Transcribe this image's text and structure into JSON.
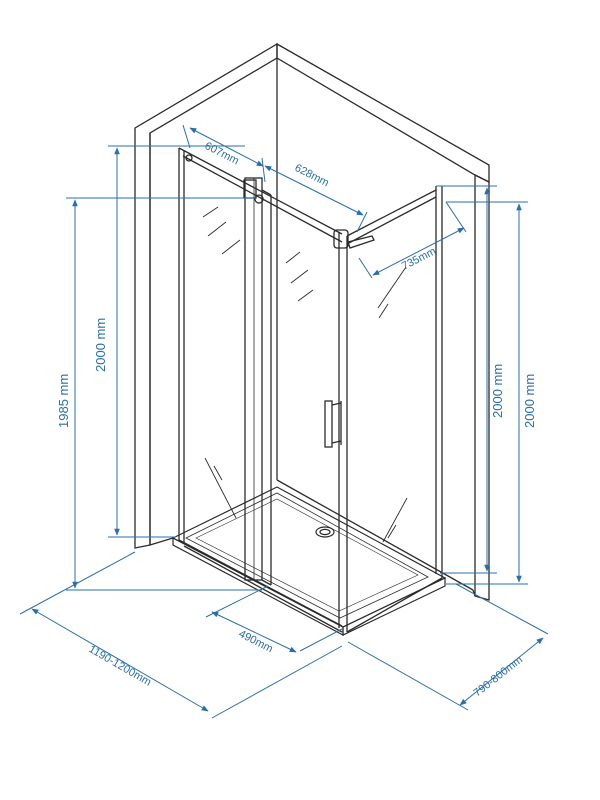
{
  "colors": {
    "dimension": "#2a6fa8",
    "outline": "#2b2b2b",
    "background": "#ffffff"
  },
  "dimensions": {
    "door_width": "607mm",
    "fixed_panel_width": "628mm",
    "side_panel_width": "735mm",
    "height_left_outer": "1985 mm",
    "height_left_inner": "2000 mm",
    "height_right_inner": "2000 mm",
    "height_right_outer": "2000 mm",
    "opening_width": "490mm",
    "total_length": "1190-1200mm",
    "total_depth": "790-800mm"
  }
}
